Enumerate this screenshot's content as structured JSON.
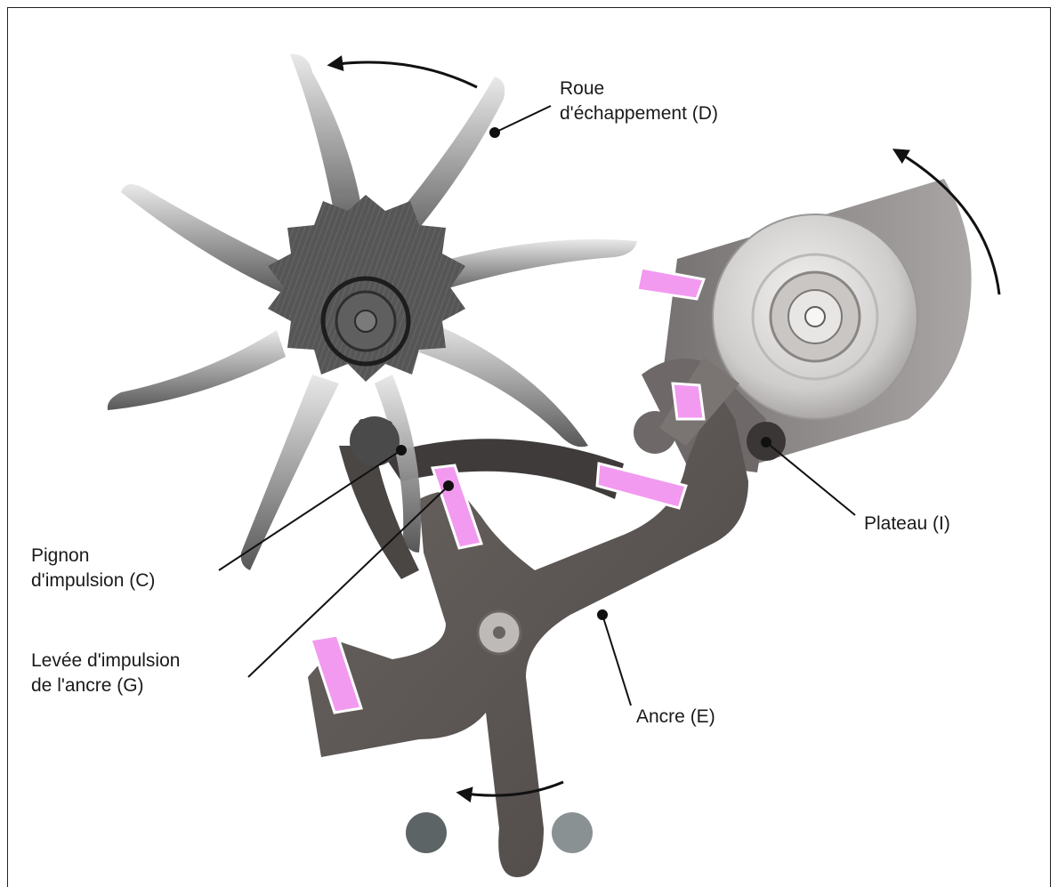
{
  "labels": {
    "roue": {
      "line1": "Roue",
      "line2": "d'échappement (D)"
    },
    "pignon": {
      "line1": "Pignon",
      "line2": "d'impulsion (C)"
    },
    "levee": {
      "line1": "Levée d'impulsion",
      "line2": "de l'ancre (G)"
    },
    "plateau": {
      "line1": "Plateau (I)"
    },
    "ancre": {
      "line1": "Ancre (E)"
    }
  },
  "colors": {
    "metal_dark": "#5b5553",
    "metal_mid": "#8c8785",
    "metal_light": "#d9d7d6",
    "wheel_dark": "#4a4a4a",
    "ruby_pink": "#f08ef0",
    "leader_line": "#111111",
    "arrow": "#111111"
  },
  "icons": {
    "rotation_arrow_wheel": "curved-arrow-icon",
    "rotation_arrow_balance": "curved-arrow-icon",
    "rotation_arrow_fork": "curved-arrow-icon"
  }
}
